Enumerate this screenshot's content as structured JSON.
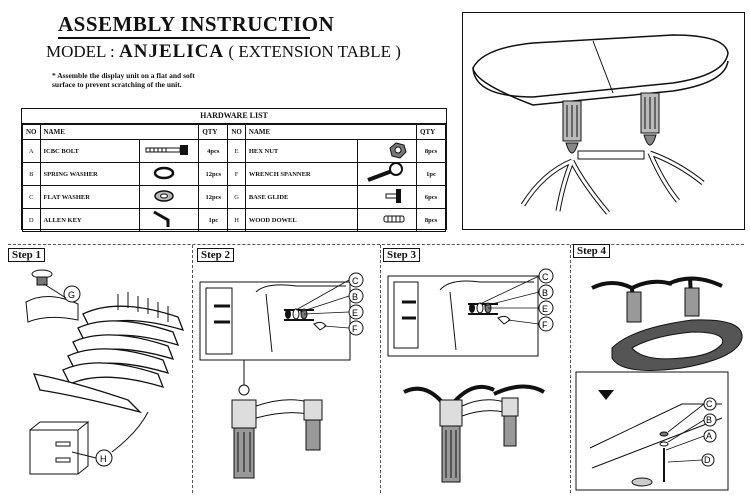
{
  "header": {
    "title": "ASSEMBLY INSTRUCTION",
    "model_label": "MODEL :",
    "model_name": "ANJELICA",
    "model_type": "( EXTENSION TABLE )",
    "note_line1": "Assemble the display unit on a flat and soft",
    "note_line2": "surface to prevent scratching of the unit."
  },
  "hardware_list": {
    "title": "HARDWARE LIST",
    "headers": {
      "no": "NO",
      "name": "NAME",
      "qty": "QTY"
    },
    "rows": [
      {
        "left": {
          "no": "A",
          "name": "ICBC BOLT",
          "qty": "4pcs",
          "icon": "bolt-icon"
        },
        "right": {
          "no": "E",
          "name": "HEX NUT",
          "qty": "8pcs",
          "icon": "hex-nut-icon"
        }
      },
      {
        "left": {
          "no": "B",
          "name": "SPRING WASHER",
          "qty": "12pcs",
          "icon": "spring-washer-icon"
        },
        "right": {
          "no": "F",
          "name": "WRENCH SPANNER",
          "qty": "1pc",
          "icon": "wrench-icon"
        }
      },
      {
        "left": {
          "no": "C",
          "name": "FLAT WASHER",
          "qty": "12pcs",
          "icon": "flat-washer-icon"
        },
        "right": {
          "no": "G",
          "name": "BASE GLIDE",
          "qty": "6pcs",
          "icon": "base-glide-icon"
        }
      },
      {
        "left": {
          "no": "D",
          "name": "ALLEN KEY",
          "qty": "1pc",
          "icon": "allen-key-icon"
        },
        "right": {
          "no": "H",
          "name": "WOOD DOWEL",
          "qty": "8pcs",
          "icon": "wood-dowel-icon"
        }
      }
    ]
  },
  "steps": {
    "step1": {
      "label": "Step 1",
      "callouts": [
        "G",
        "H"
      ]
    },
    "step2": {
      "label": "Step 2",
      "callouts": [
        "C",
        "B",
        "E",
        "F"
      ]
    },
    "step3": {
      "label": "Step 3",
      "callouts": [
        "C",
        "B",
        "E",
        "F"
      ]
    },
    "step4": {
      "label": "Step 4",
      "callouts": [
        "C",
        "B",
        "A",
        "D"
      ]
    }
  }
}
